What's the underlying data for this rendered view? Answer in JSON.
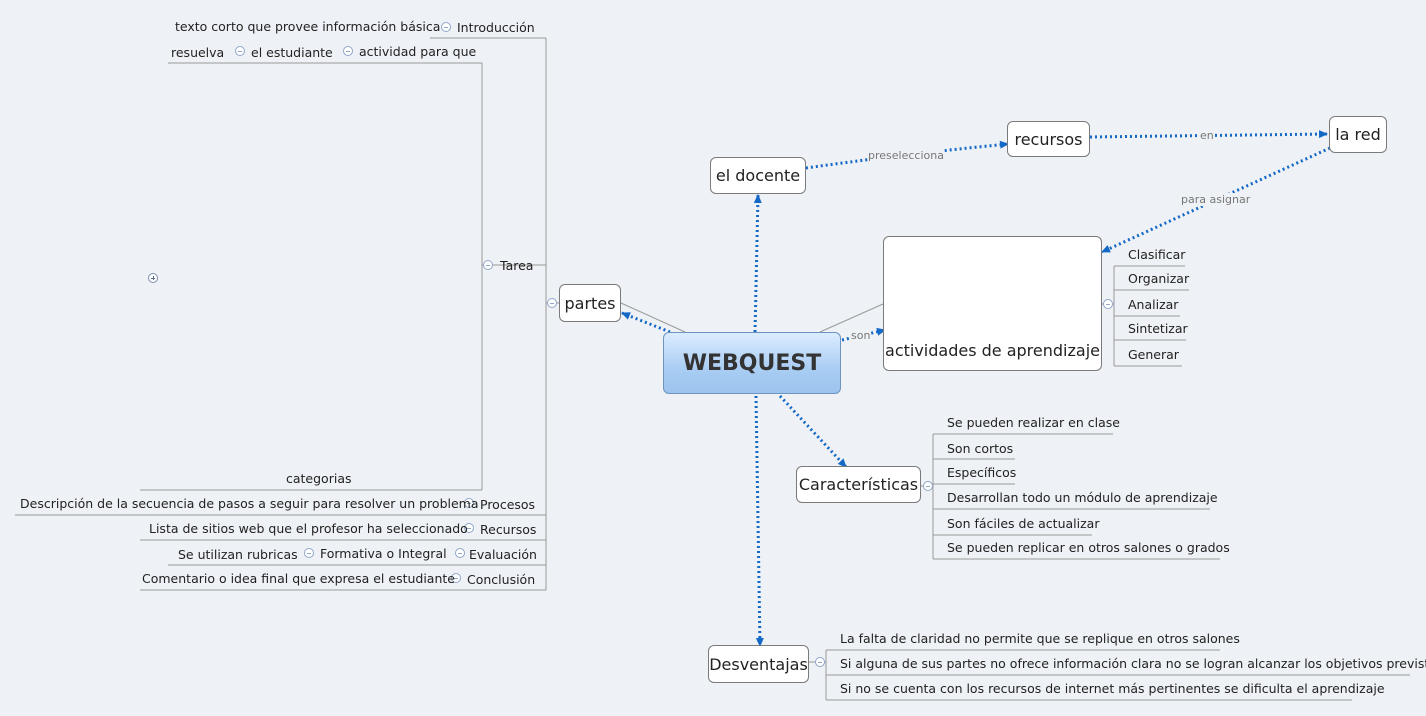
{
  "central": "WEBQUEST",
  "nodes": {
    "docente": "el docente",
    "recursos": "recursos",
    "lared": "la red",
    "actividades": "actividades de aprendizaje",
    "partes": "partes",
    "caracteristicas": "Características",
    "desventajas": "Desventajas"
  },
  "relations": {
    "preselecciona": "preselecciona",
    "en": "en",
    "para_asignar": "para asignar",
    "son": "son"
  },
  "actividades_items": [
    "Clasificar",
    "Organizar",
    "Analizar",
    "Sintetizar",
    "Generar"
  ],
  "caracteristicas_items": [
    "Se pueden realizar en clase",
    "Son cortos",
    "Específicos",
    "Desarrollan todo un módulo de aprendizaje",
    "Son fáciles de actualizar",
    "Se pueden replicar en otros salones o grados"
  ],
  "desventajas_items": [
    "La falta de claridad no permite que se replique en otros salones",
    "Si alguna de sus partes no ofrece información clara no se logran alcanzar los objetivos previstos",
    "Si no se cuenta con los recursos de internet más pertinentes se dificulta el aprendizaje"
  ],
  "partes_tree": {
    "introduccion": "Introducción",
    "introduccion_child": "texto corto que provee información básica",
    "tarea": "Tarea",
    "actividad": "actividad para que",
    "estudiante": "el estudiante",
    "resuelva": "resuelva",
    "categorias": "categorias",
    "procesos": "Procesos",
    "procesos_child": "Descripción de la secuencia de pasos a seguir para resolver un problema",
    "recursos": "Recursos",
    "recursos_child": "Lista de sitios web que el profesor ha seleccionado",
    "evaluacion": "Evaluación",
    "formativa": "Formativa o Integral",
    "rubricas": "Se utilizan rubricas",
    "conclusion": "Conclusión",
    "conclusion_child": "Comentario o idea final que expresa el estudiante"
  },
  "colors": {
    "link": "#1469c7",
    "line": "#9a9a9a",
    "background": "#eef1f5"
  }
}
